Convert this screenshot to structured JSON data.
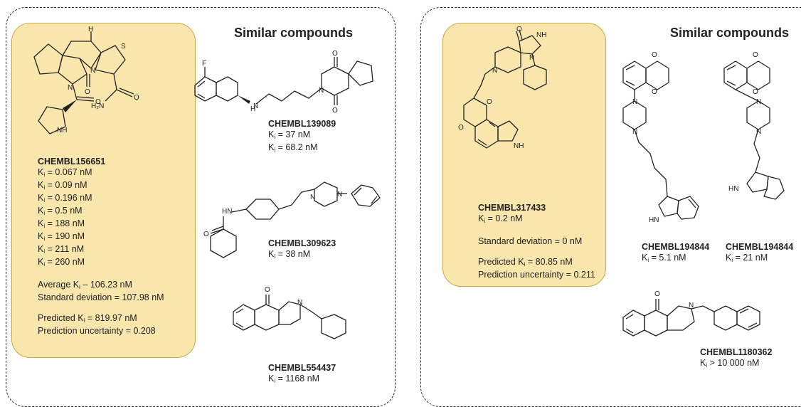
{
  "left": {
    "heading": "Similar compounds",
    "query": {
      "id": "CHEMBL156651",
      "ki_values": [
        "0.067 nM",
        "0.09 nM",
        "0.196 nM",
        "0.5 nM",
        "188 nM",
        "190 nM",
        "211 nM",
        "260 nM"
      ],
      "average_label": "Average K",
      "average_value": " – 106.23 nM",
      "stdev": "Standard deviation = 107.98 nM",
      "predicted_value": " = 819.97 nM",
      "uncertainty": "Prediction uncertainty = 0.208"
    },
    "similar": [
      {
        "id": "CHEMBL139089",
        "ki": [
          " = 37 nM",
          " = 68.2 nM"
        ]
      },
      {
        "id": "CHEMBL309623",
        "ki": [
          " = 38 nM"
        ]
      },
      {
        "id": "CHEMBL554437",
        "ki": [
          " = 1168 nM"
        ]
      }
    ]
  },
  "right": {
    "heading": "Similar compounds",
    "query": {
      "id": "CHEMBL317433",
      "ki_value": " = 0.2 nM",
      "stdev": "Standard deviation = 0 nM",
      "predicted_value": " = 80.85 nM",
      "uncertainty": "Prediction uncertainty = 0.211"
    },
    "similar": [
      {
        "id": "CHEMBL194844",
        "ki": [
          " = 5.1 nM"
        ]
      },
      {
        "id": "CHEMBL194844",
        "ki": [
          " = 21 nM"
        ]
      },
      {
        "id": "CHEMBL1180362",
        "ki": [
          " > 10 000 nM"
        ]
      }
    ]
  },
  "labels": {
    "ki": "K",
    "ki_sub": "i",
    "predicted": "Predicted K"
  },
  "atoms": {
    "F": "F",
    "H": "H",
    "S": "S",
    "N": "N",
    "O": "O",
    "NH": "NH",
    "HN": "HN",
    "H2N": "H₂N"
  }
}
